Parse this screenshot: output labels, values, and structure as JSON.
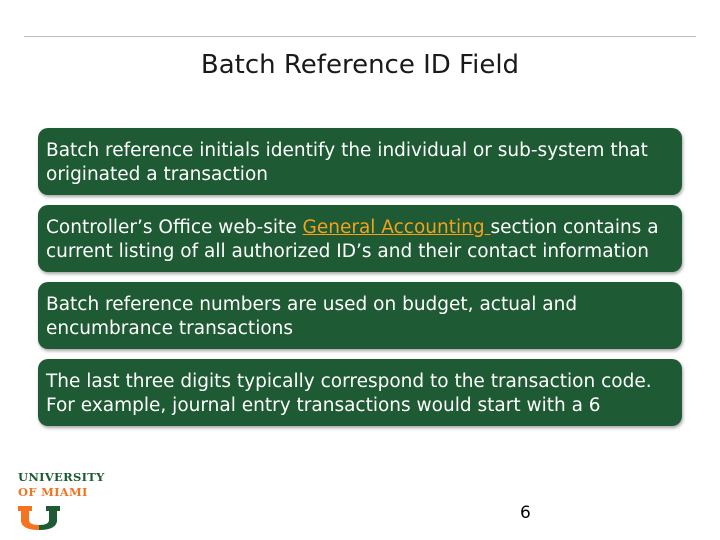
{
  "slide": {
    "title": "Batch Reference ID Field",
    "bullets": [
      {
        "text": "Batch reference initials identify the individual or sub-system that originated a transaction"
      },
      {
        "before": "Controller’s Office web-site ",
        "link": "General Accounting ",
        "after": " section contains a current listing of all authorized ID’s and their contact information"
      },
      {
        "text": "Batch reference numbers are used on budget, actual and encumbrance transactions"
      },
      {
        "text": "The last three digits typically correspond to the transaction code. For example, journal entry transactions would start with a 6"
      }
    ],
    "page_number": "6"
  },
  "logo": {
    "line1": "UNIVERSITY",
    "line2": "OF MIAMI",
    "icon": "u-logo-icon"
  },
  "colors": {
    "box_green": "#1e5a33",
    "link_orange": "#f4a11b",
    "logo_green": "#1e5a33",
    "logo_orange": "#f47321"
  }
}
